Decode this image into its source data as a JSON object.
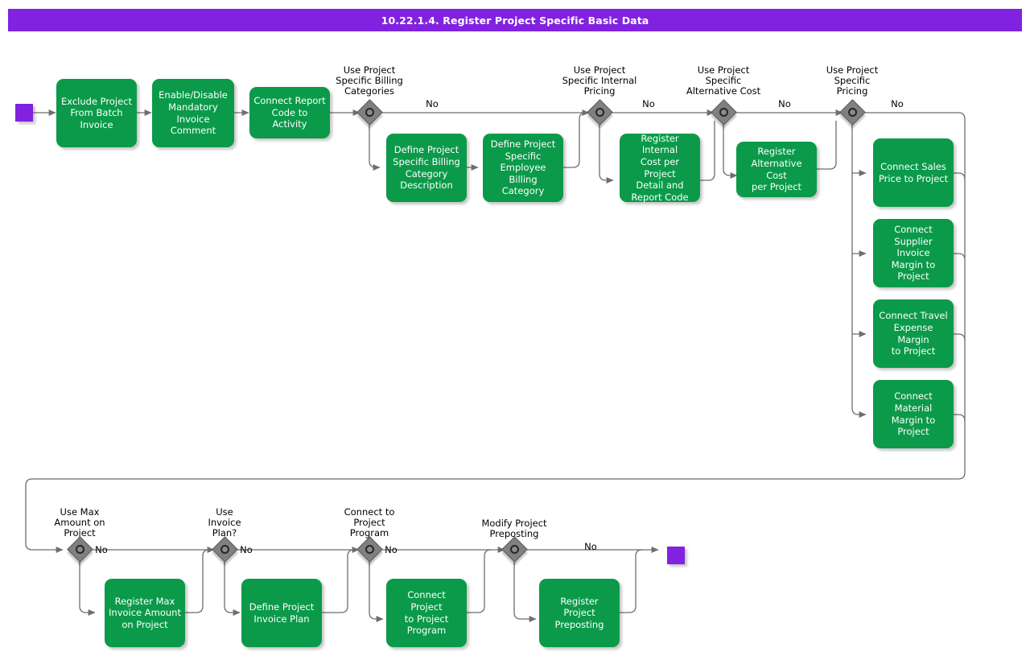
{
  "header": {
    "title": "10.22.1.4. Register Project Specific Basic Data",
    "bar_color": "#8122E0",
    "text_color": "#ffffff"
  },
  "theme": {
    "task_fill": "#0B9A4A",
    "task_text": "#ffffff",
    "gateway_fill": "#808080",
    "gateway_ring": "#262626",
    "terminator_fill": "#8122E0",
    "connector": "#6e6e6e",
    "background": "#ffffff"
  },
  "terminators": [
    {
      "name": "start",
      "label": ""
    },
    {
      "name": "end",
      "label": ""
    }
  ],
  "tasks": [
    {
      "id": "exclude-project-from-batch-invoice",
      "label": "Exclude Project\nFrom Batch\nInvoice"
    },
    {
      "id": "enable-disable-mandatory-invoice-comment",
      "label": "Enable/Disable\nMandatory\nInvoice\nComment"
    },
    {
      "id": "connect-report-code-to-activity",
      "label": "Connect Report\nCode to Activity"
    },
    {
      "id": "define-project-specific-billing-category-description",
      "label": "Define Project\nSpecific Billing\nCategory\nDescription"
    },
    {
      "id": "define-project-specific-employee-billing-category",
      "label": "Define Project\nSpecific\nEmployee Billing\nCategory"
    },
    {
      "id": "register-internal-cost-per-project-detail-and-report-code",
      "label": "Register Internal\nCost per Project\nDetail and\nReport Code"
    },
    {
      "id": "register-alternative-cost-per-project",
      "label": "Register\nAlternative Cost\nper Project"
    },
    {
      "id": "connect-sales-price-to-project",
      "label": "Connect Sales\nPrice to Project"
    },
    {
      "id": "connect-supplier-invoice-margin-to-project",
      "label": "Connect\nSupplier Invoice\nMargin to\nProject"
    },
    {
      "id": "connect-travel-expense-margin-to-project",
      "label": "Connect Travel\nExpense Margin\nto Project"
    },
    {
      "id": "connect-material-margin-to-project",
      "label": "Connect Material\nMargin to\nProject"
    },
    {
      "id": "register-max-invoice-amount-on-project",
      "label": "Register Max\nInvoice Amount\non Project"
    },
    {
      "id": "define-project-invoice-plan",
      "label": "Define Project\nInvoice Plan"
    },
    {
      "id": "connect-project-to-project-program",
      "label": "Connect Project\nto Project\nProgram"
    },
    {
      "id": "register-project-preposting",
      "label": "Register Project\nPreposting"
    }
  ],
  "gateways": [
    {
      "id": "use-project-specific-billing-categories",
      "caption": "Use Project\nSpecific Billing\nCategories",
      "no_label": "No"
    },
    {
      "id": "use-project-specific-internal-pricing",
      "caption": "Use Project\nSpecific Internal\nPricing",
      "no_label": "No"
    },
    {
      "id": "use-project-specific-alternative-cost",
      "caption": "Use Project\nSpecific\nAlternative Cost",
      "no_label": "No"
    },
    {
      "id": "use-project-specific-pricing",
      "caption": "Use Project\nSpecific\nPricing",
      "no_label": "No"
    },
    {
      "id": "use-max-amount-on-project",
      "caption": "Use Max\nAmount on\nProject",
      "no_label": "No"
    },
    {
      "id": "use-invoice-plan",
      "caption": "Use\nInvoice\nPlan?",
      "no_label": "No"
    },
    {
      "id": "connect-to-project-program",
      "caption": "Connect to\nProject\nProgram",
      "no_label": "No"
    },
    {
      "id": "modify-project-preposting",
      "caption": "Modify Project\nPreposting",
      "no_label": "No"
    }
  ]
}
